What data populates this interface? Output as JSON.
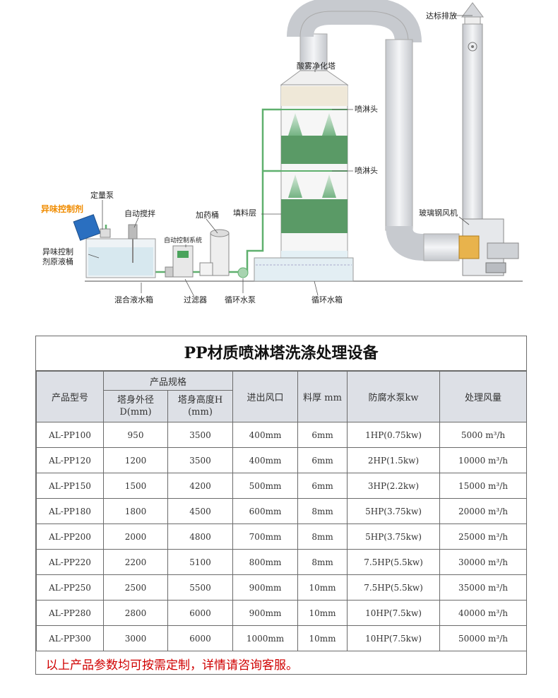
{
  "diagram": {
    "labels": {
      "discharge": "达标排放",
      "tower": "酸雾净化塔",
      "nozzle1": "喷淋头",
      "nozzle2": "喷淋头",
      "packing": "填料层",
      "fan": "玻璃钢风机",
      "odor_agent": "异味控制剂",
      "dosing_pump": "定量泵",
      "auto_stir": "自动搅拌",
      "chem_tank": "加药桶",
      "auto_ctrl": "自动控制系统",
      "agent_tank_l1": "异味控制",
      "agent_tank_l2": "剂原液桶",
      "mix_tank": "混合液水箱",
      "filter": "过滤器",
      "circ_pump": "循环水泵",
      "circ_tank": "循环水箱"
    },
    "colors": {
      "packing": "#5a9a66",
      "pipe": "#5fb06e",
      "duct": "#d9dbdf",
      "agent_label": "#f08c00"
    }
  },
  "table": {
    "title": "PP材质喷淋塔洗涤处理设备",
    "headers": {
      "model": "产品型号",
      "spec_group": "产品规格",
      "diameter_l1": "塔身外径",
      "diameter_l2": "D(mm)",
      "height_l1": "塔身高度H",
      "height_l2": "(mm)",
      "inlet": "进出风口",
      "thickness": "料厚 mm",
      "pump": "防腐水泵kw",
      "airflow": "处理风量"
    },
    "rows": [
      [
        "AL-PP100",
        "950",
        "3500",
        "400mm",
        "6mm",
        "1HP(0.75kw)",
        "5000 m³/h"
      ],
      [
        "AL-PP120",
        "1200",
        "3500",
        "400mm",
        "6mm",
        "2HP(1.5kw)",
        "10000 m³/h"
      ],
      [
        "AL-PP150",
        "1500",
        "4200",
        "500mm",
        "6mm",
        "3HP(2.2kw)",
        "15000 m³/h"
      ],
      [
        "AL-PP180",
        "1800",
        "4500",
        "600mm",
        "8mm",
        "5HP(3.75kw)",
        "20000 m³/h"
      ],
      [
        "AL-PP200",
        "2000",
        "4800",
        "700mm",
        "8mm",
        "5HP(3.75kw)",
        "25000 m³/h"
      ],
      [
        "AL-PP220",
        "2200",
        "5100",
        "800mm",
        "8mm",
        "7.5HP(5.5kw)",
        "30000 m³/h"
      ],
      [
        "AL-PP250",
        "2500",
        "5500",
        "900mm",
        "10mm",
        "7.5HP(5.5kw)",
        "35000 m³/h"
      ],
      [
        "AL-PP280",
        "2800",
        "6000",
        "900mm",
        "10mm",
        "10HP(7.5kw)",
        "40000 m³/h"
      ],
      [
        "AL-PP300",
        "3000",
        "6000",
        "1000mm",
        "10mm",
        "10HP(7.5kw)",
        "50000 m³/h"
      ]
    ],
    "footnote": "以上产品参数均可按需定制，详情请咨询客服。",
    "colors": {
      "header_bg": "#dde0e6",
      "border": "#6b6b6b",
      "footnote": "#d00000"
    }
  }
}
